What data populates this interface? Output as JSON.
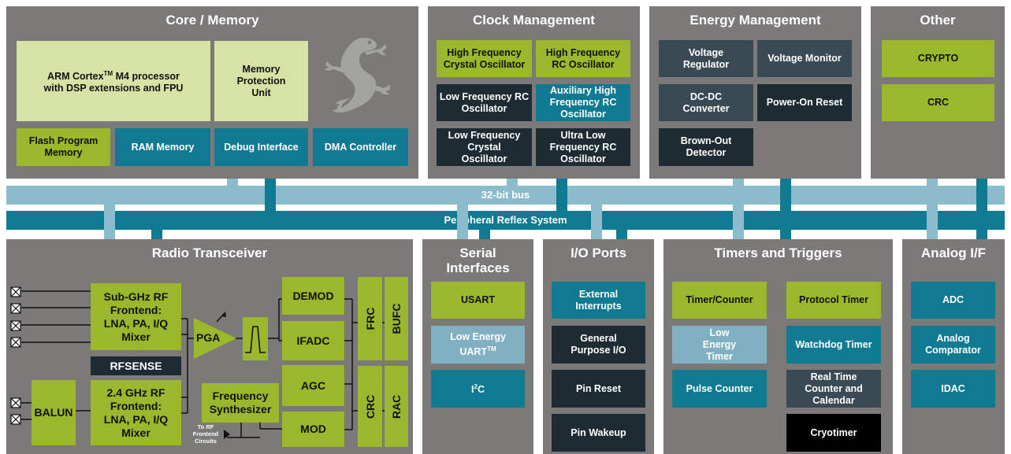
{
  "core": {
    "title": "Core / Memory",
    "arm_line1_a": "ARM Cortex",
    "arm_line1_tm": "TM",
    "arm_line1_b": " M4 processor",
    "arm_line2": "with DSP extensions and FPU",
    "mpu": "Memory Protection Unit",
    "flash": "Flash Program Memory",
    "ram": "RAM Memory",
    "debug": "Debug Interface",
    "dma": "DMA Controller",
    "logo_icon": "gecko-logo-icon"
  },
  "clock": {
    "title": "Clock Management",
    "hfxo": "High Frequency Crystal Oscillator",
    "hfrco": "High Frequency RC Oscillator",
    "lfrco": "Low Frequency RC Oscillator",
    "auxhfrco": "Auxiliary High Frequency RC Oscillator",
    "lfxo": "Low Frequency Crystal Oscillator",
    "ulfrco": "Ultra Low Frequency RC Oscillator"
  },
  "energy": {
    "title": "Energy Management",
    "vreg": "Voltage Regulator",
    "vmon": "Voltage Monitor",
    "dcdc": "DC-DC Converter",
    "por": "Power-On Reset",
    "bod": "Brown-Out Detector"
  },
  "other": {
    "title": "Other",
    "crypto": "CRYPTO",
    "crc": "CRC"
  },
  "bus": {
    "bus32": "32-bit bus",
    "prs": "Peripheral Reflex System"
  },
  "radio": {
    "title": "Radio Transceiver",
    "subghz": "Sub-GHz RF Frontend: LNA, PA, I/Q Mixer",
    "rfsense": "RFSENSE",
    "balun": "BALUN",
    "ghz24": "2.4 GHz RF Frontend: LNA, PA, I/Q Mixer",
    "pga": "PGA",
    "freq_synth": "Frequency Synthesizer",
    "to_rf": "To RF Frontend Circuits",
    "demod": "DEMOD",
    "ifadc": "IFADC",
    "agc": "AGC",
    "mod": "MOD",
    "frc": "FRC",
    "bufc": "BUFC",
    "crc": "CRC",
    "rac": "RAC"
  },
  "serial": {
    "title": "Serial Interfaces",
    "usart": "USART",
    "leuart": "Low Energy UART",
    "leuart_tm": "TM",
    "i2c_a": "I",
    "i2c_sup": "2",
    "i2c_b": "C"
  },
  "io": {
    "title": "I/O Ports",
    "ext_int": "External Interrupts",
    "gpio": "General Purpose I/O",
    "pin_reset": "Pin Reset",
    "pin_wakeup": "Pin Wakeup"
  },
  "timers": {
    "title": "Timers and Triggers",
    "timer_counter": "Timer/Counter",
    "protocol_timer": "Protocol Timer",
    "le_timer": "Low Energy Timer",
    "watchdog": "Watchdog Timer",
    "pulse_counter": "Pulse Counter",
    "rtcc": "Real Time Counter and Calendar",
    "cryotimer": "Cryotimer"
  },
  "analog": {
    "title": "Analog I/F",
    "adc": "ADC",
    "acmp": "Analog Comparator",
    "idac": "IDAC"
  }
}
